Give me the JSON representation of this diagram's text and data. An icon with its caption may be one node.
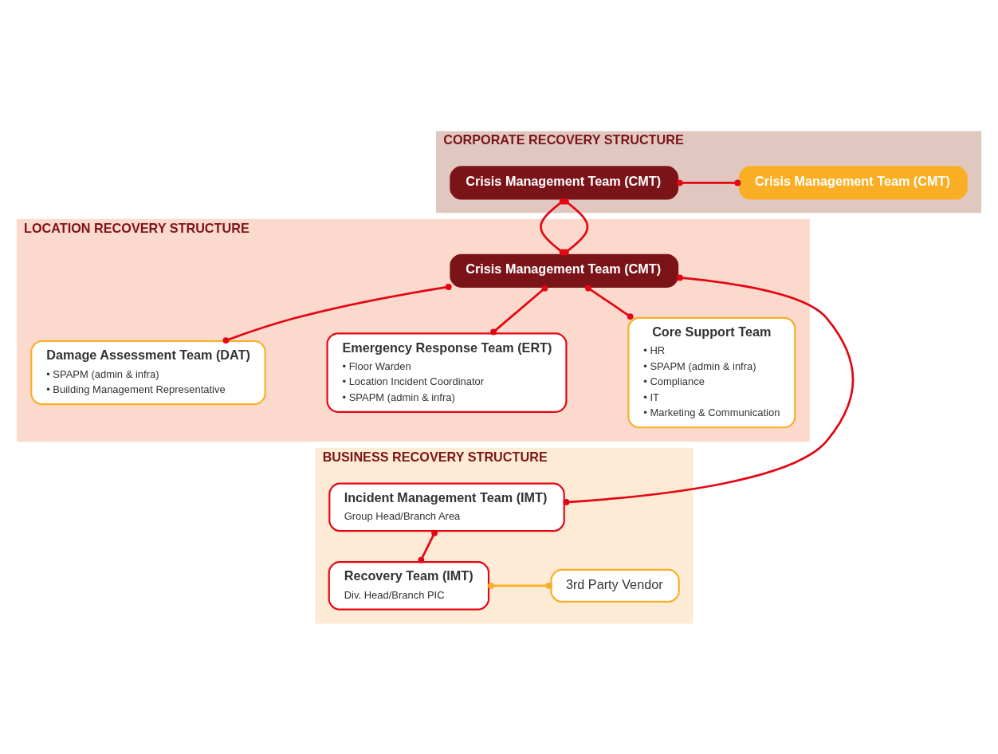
{
  "diagram": {
    "nodes": [
      {
        "text": [
          "CORPORATE RECOVERY STRUCTURE"
        ]
      },
      {
        "text": [
          "Crisis Management Team (CMT)"
        ],
        "in": 0
      },
      {
        "text": [
          "Crisis Management Team (CMT)"
        ],
        "in": 0
      },
      {
        "text": [
          "LOCATION RECOVERY STRUCTURE"
        ]
      },
      {
        "text": [
          "Crisis Management Team (CMT)"
        ],
        "in": 3
      },
      {
        "text": [
          "Damage Assessment Team (DAT)",
          "• SPAPM (admin & infra)",
          "• Building Management Representative"
        ],
        "in": 3
      },
      {
        "text": [
          "Emergency Response Team (ERT)",
          "• Floor Warden",
          "• Location Incident Coordinator",
          "• SPAPM (admin & infra)"
        ],
        "in": 3
      },
      {
        "text": [
          "Core Support Team",
          "• HR",
          "• SPAPM (admin & infra)",
          "• Compliance",
          "• IT",
          "• Marketing & Communication"
        ],
        "in": 3
      },
      {
        "text": [
          "BUSINESS RECOVERY STRUCTURE"
        ]
      },
      {
        "text": [
          "Incident Management Team (IMT)",
          "Group Head/Branch Area"
        ],
        "in": 8
      },
      {
        "text": [
          "3rd Party Vendor"
        ],
        "in": 8
      },
      {
        "text": [
          "Recovery Team (IMT)",
          "Div. Head/Branch PIC"
        ],
        "in": 8
      }
    ],
    "edges": [
      {
        "from": 1,
        "to": 4,
        "arrow": "other"
      },
      {
        "from": 1,
        "to": 2,
        "arrow": "other"
      },
      {
        "from": 1,
        "to": 4,
        "arrow": "other"
      },
      {
        "from": 4,
        "to": 5,
        "arrow": "other"
      },
      {
        "from": 4,
        "to": 6,
        "arrow": "other"
      },
      {
        "from": 4,
        "to": 7,
        "arrow": "other"
      },
      {
        "from": 4,
        "to": 9,
        "arrow": "other"
      },
      {
        "from": 9,
        "to": 11,
        "arrow": "other"
      },
      {
        "from": 11,
        "to": 10,
        "arrow": "other",
        "color": "#f9ae24"
      }
    ]
  }
}
